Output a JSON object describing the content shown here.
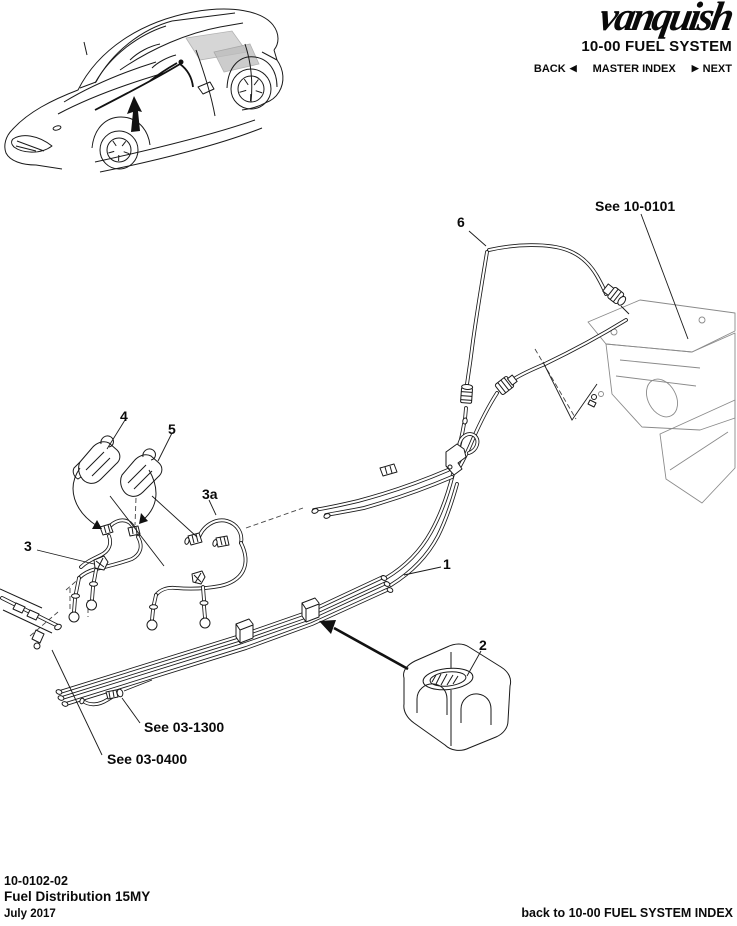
{
  "header": {
    "logo_text": "vanquish",
    "section_title": "10-00 FUEL SYSTEM",
    "nav": {
      "back": "BACK",
      "back_arrow": "◀",
      "master_index": "MASTER INDEX",
      "next_arrow": "▶",
      "next": "NEXT"
    }
  },
  "diagram": {
    "callouts": {
      "c1": "1",
      "c2": "2",
      "c3": "3",
      "c3a": "3a",
      "c4": "4",
      "c5": "5",
      "c6": "6"
    },
    "references": {
      "fuel_tank": "See 10-0101",
      "purge_line": "See 03-1300",
      "engine_fuel": "See 03-0400"
    }
  },
  "footer": {
    "doc_number": "10-0102-02",
    "doc_title": "Fuel Distribution 15MY",
    "date": "July 2017",
    "back_link": "back to 10-00 FUEL SYSTEM INDEX"
  },
  "colors": {
    "ink": "#1a1a1a",
    "light_line": "#8a8a8a"
  }
}
